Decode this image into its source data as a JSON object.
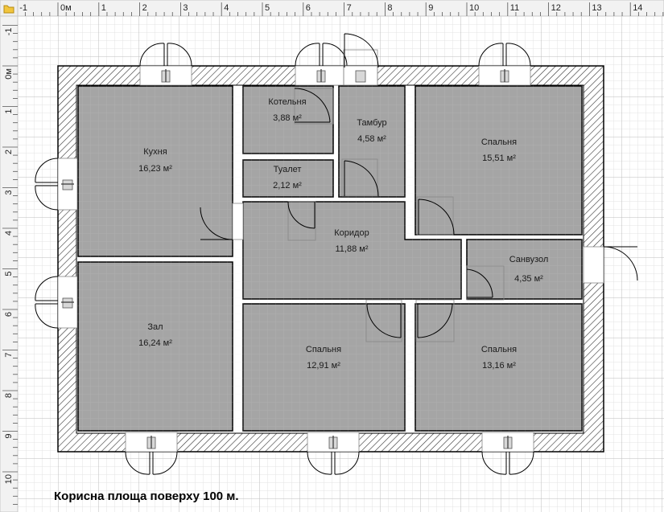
{
  "ruler": {
    "top_labels": [
      "-1",
      "0м",
      "1",
      "2",
      "3",
      "4",
      "5",
      "6",
      "7",
      "8",
      "9",
      "10",
      "11",
      "12",
      "13",
      "14"
    ],
    "left_labels": [
      "-1",
      "0м",
      "1",
      "2",
      "3",
      "4",
      "5",
      "6",
      "7",
      "8",
      "9",
      "10"
    ]
  },
  "rooms": [
    {
      "key": "kitchen",
      "name": "Кухня",
      "area": "16,23 м²"
    },
    {
      "key": "boiler",
      "name": "Котельня",
      "area": "3,88 м²"
    },
    {
      "key": "vestibule",
      "name": "Тамбур",
      "area": "4,58 м²"
    },
    {
      "key": "bedroom_ne",
      "name": "Спальня",
      "area": "15,51 м²"
    },
    {
      "key": "toilet",
      "name": "Туалет",
      "area": "2,12 м²"
    },
    {
      "key": "corridor",
      "name": "Коридор",
      "area": "11,88 м²"
    },
    {
      "key": "bathroom",
      "name": "Санвузол",
      "area": "4,35 м²"
    },
    {
      "key": "hall",
      "name": "Зал",
      "area": "16,24 м²"
    },
    {
      "key": "bedroom_s",
      "name": "Спальня",
      "area": "12,91 м²"
    },
    {
      "key": "bedroom_se",
      "name": "Спальня",
      "area": "13,16 м²"
    }
  ],
  "caption": "Корисна площа поверху 100 м.",
  "colors": {
    "room_fill": "#a5a5a5",
    "wall_fill": "#ffffff",
    "grid_minor": "#e3e3e3",
    "grid_major": "#bdbdbd",
    "ruler_bg": "#f2f2f2"
  },
  "icons": [
    "folder-icon",
    "window-icon",
    "door-icon"
  ]
}
